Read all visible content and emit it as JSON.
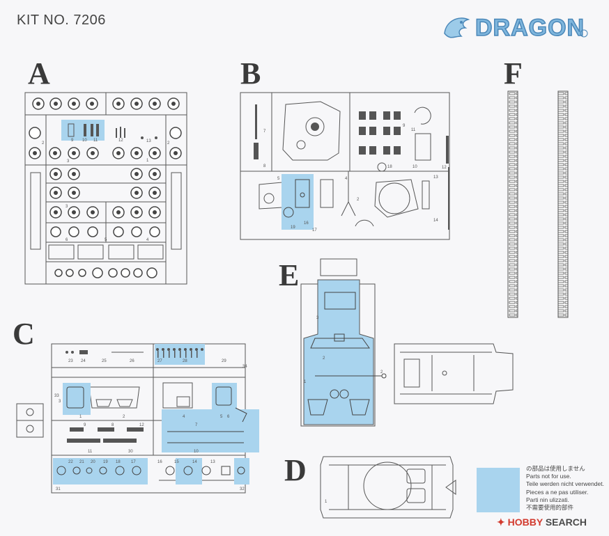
{
  "header": {
    "kit_number": "KIT NO. 7206",
    "brand": "DRAGON"
  },
  "sprues": {
    "a": "A",
    "b": "B",
    "c": "C",
    "d": "D",
    "e": "E",
    "f": "F"
  },
  "legend": {
    "color": "#a9d4ee",
    "lines": [
      "の部品は使用しません",
      "Parts not for use.",
      "Teile werden nicht verwendet.",
      "Pieces a ne pas utiliser.",
      "Parti nin ulizzati.",
      "不需要使用的部件"
    ]
  },
  "watermark": {
    "prefix": "HOBBY",
    "suffix": " SEARCH"
  },
  "part_numbers": {
    "a": [
      "2",
      "9",
      "10",
      "11",
      "12",
      "13",
      "2",
      "3",
      "1",
      "3",
      "6",
      "5",
      "4"
    ],
    "b": [
      "7",
      "8",
      "9",
      "10",
      "11",
      "12",
      "13",
      "14",
      "18",
      "5",
      "4",
      "2",
      "19",
      "16",
      "17"
    ],
    "c": [
      "23",
      "24",
      "25",
      "26",
      "27",
      "28",
      "29",
      "33",
      "34",
      "3",
      "1",
      "2",
      "4",
      "5",
      "6",
      "7",
      "10",
      "9",
      "8",
      "12",
      "11",
      "30",
      "22",
      "21",
      "20",
      "19",
      "18",
      "17",
      "16",
      "15",
      "14",
      "13",
      "31",
      "32"
    ],
    "e": [
      "3",
      "2",
      "1",
      "2"
    ],
    "d": [
      "1"
    ]
  }
}
